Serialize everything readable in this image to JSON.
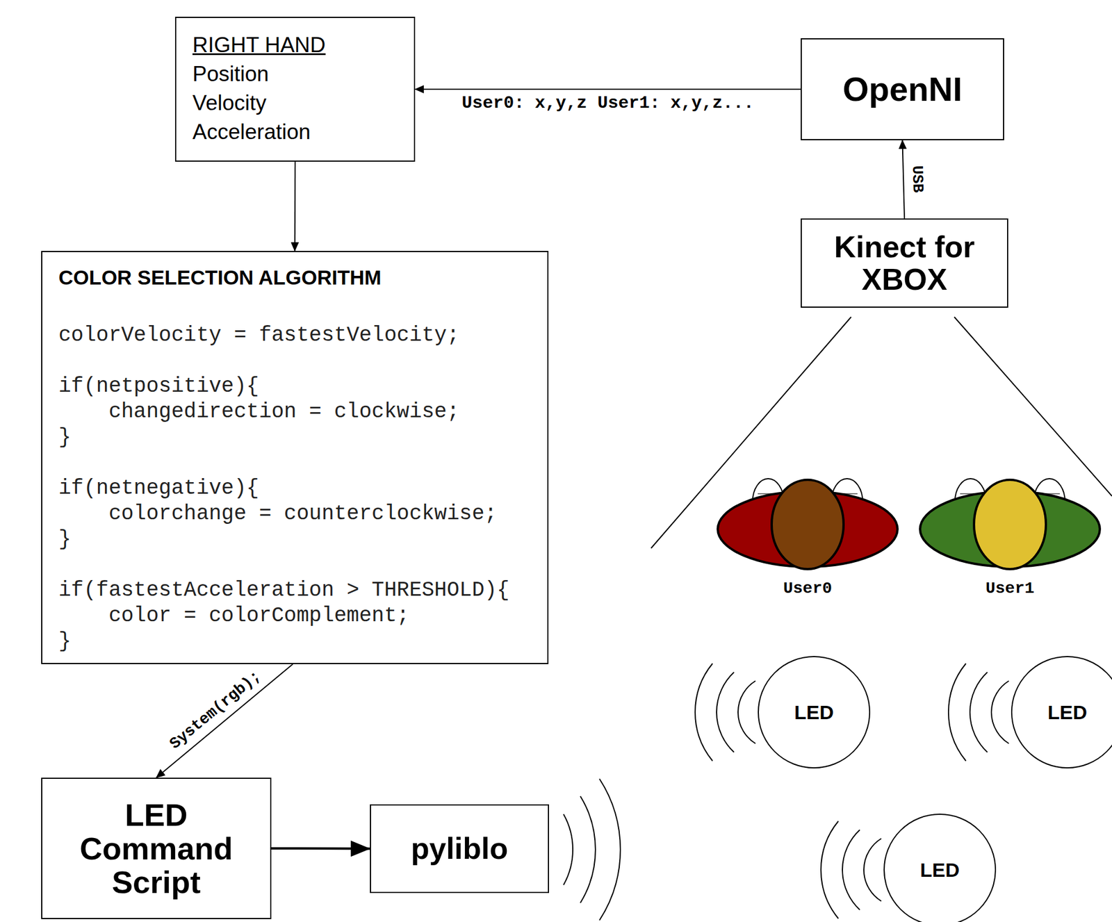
{
  "diagram": {
    "nodes": [
      {
        "text": [
          "RIGHT HAND",
          "Position",
          "Velocity",
          "Acceleration"
        ]
      },
      {
        "text": [
          "OpenNI"
        ]
      },
      {
        "text": [
          "Kinect for XBOX"
        ]
      },
      {
        "text": [
          "COLOR SELECTION ALGORITHM",
          "colorVelocity = fastestVelocity;",
          "if(netpositive){",
          "changedirection = clockwise;",
          "}",
          "if(netnegative){",
          "colorchange = counterclockwise;",
          "}",
          "if(fastestAcceleration > THRESHOLD){",
          "color = colorComplement;",
          "}"
        ]
      },
      {
        "text": [
          "LED Command Script"
        ]
      },
      {
        "text": [
          "pyliblo"
        ]
      },
      {
        "text": [
          "LED"
        ]
      },
      {
        "text": [
          "LED"
        ]
      },
      {
        "text": [
          "LED"
        ]
      }
    ],
    "edges": [
      {
        "from": 1,
        "to": 0,
        "arrow": "to",
        "label": "User0: x,y,z User1: x,y,z..."
      },
      {
        "from": 2,
        "to": 1,
        "arrow": "to",
        "label": "USB"
      },
      {
        "from": 0,
        "to": 3,
        "arrow": "to"
      },
      {
        "from": 3,
        "to": 4,
        "arrow": "to",
        "label": "System(rgb);"
      },
      {
        "from": 4,
        "to": 5,
        "arrow": "to"
      }
    ],
    "labels": [
      "User0",
      "User1"
    ]
  }
}
